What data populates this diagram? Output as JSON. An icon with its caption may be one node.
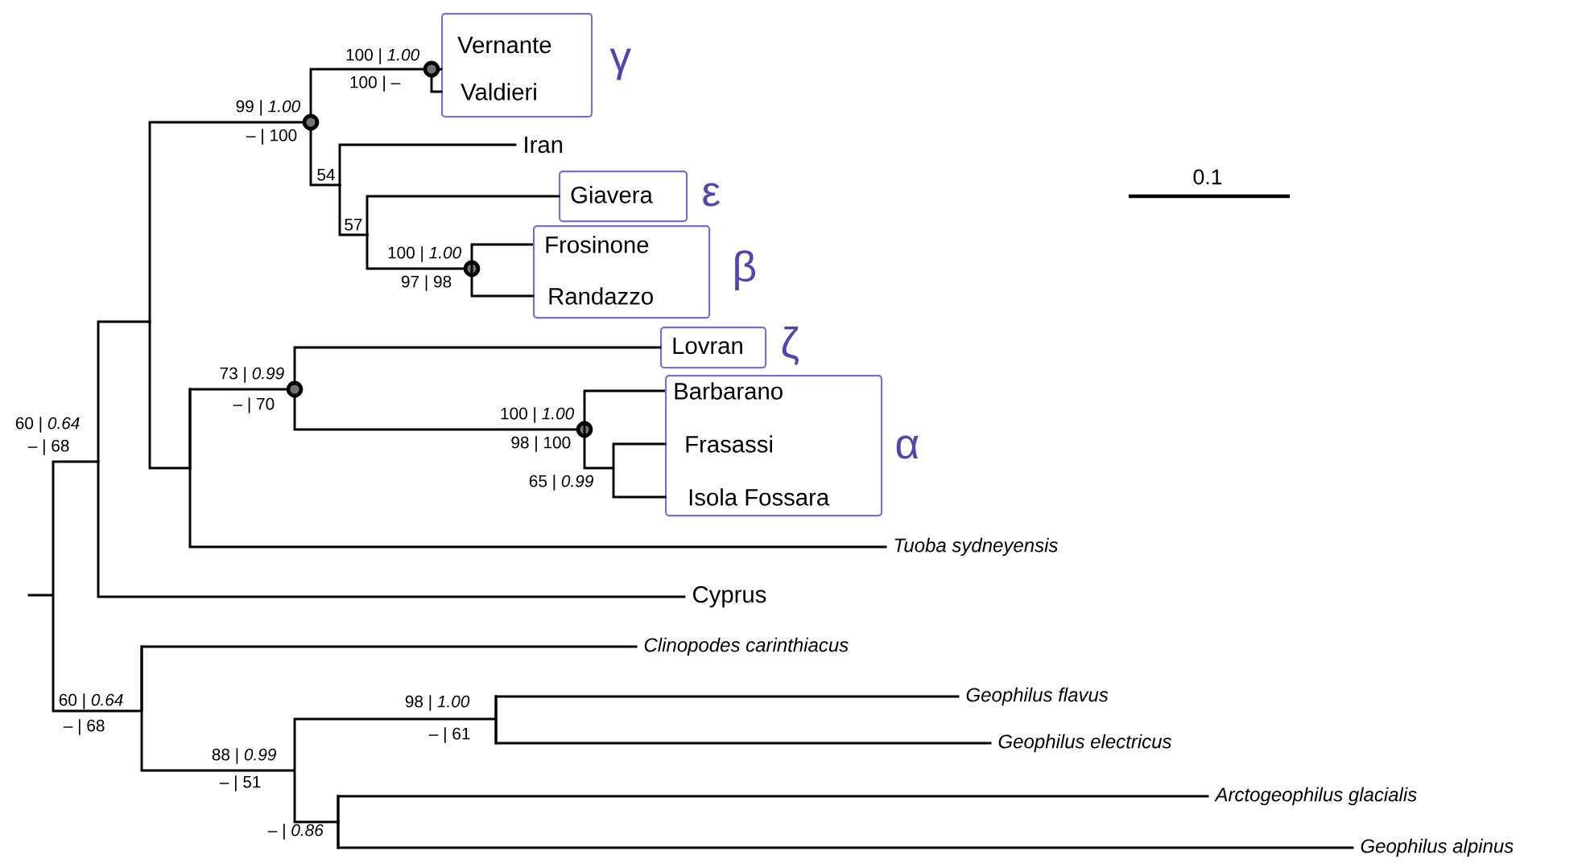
{
  "diagram": {
    "nodes": [
      {
        "text": [
          "Vernante",
          "Valdieri"
        ],
        "beside": [
          "γ"
        ]
      },
      {
        "text": [
          "Iran"
        ]
      },
      {
        "text": [
          "Giavera"
        ],
        "beside": [
          "ε"
        ]
      },
      {
        "text": [
          "Frosinone",
          "Randazzo"
        ],
        "beside": [
          "β"
        ]
      },
      {
        "text": [
          "Lovran"
        ],
        "beside": [
          "ζ"
        ]
      },
      {
        "text": [
          "Barbarano",
          "Frasassi",
          "Isola Fossara"
        ],
        "beside": [
          "α"
        ]
      },
      {
        "text": [
          "Tuoba sydneyensis"
        ]
      },
      {
        "text": [
          "Cyprus"
        ]
      },
      {
        "text": [
          "Clinopodes carinthiacus"
        ]
      },
      {
        "text": [
          "Geophilus flavus"
        ]
      },
      {
        "text": [
          "Geophilus electricus"
        ]
      },
      {
        "text": [
          "Arctogeophilus glacialis"
        ]
      },
      {
        "text": [
          "Geophilus alpinus"
        ]
      },
      {
        "text": [],
        "shape": "circle",
        "beside": [
          "100 | *1.00*",
          "100 | –"
        ]
      },
      {
        "text": [],
        "shape": "circle",
        "beside": [
          "99 | *1.00*",
          "– | 100"
        ]
      },
      {
        "text": [],
        "shape": "circle",
        "beside": [
          "100 | *1.00*",
          "97 | 98"
        ]
      },
      {
        "text": [],
        "shape": "circle",
        "beside": [
          "73 | *0.99*",
          "– | 70"
        ]
      },
      {
        "text": [],
        "shape": "circle",
        "beside": [
          "100 | *1.00*",
          "98 | 100"
        ]
      },
      {
        "text": [
          "54"
        ]
      },
      {
        "text": [
          "57"
        ]
      }
    ],
    "edges": [
      {
        "from": 14,
        "to": 13,
        "arrow": "none"
      },
      {
        "from": 13,
        "to": 0,
        "arrow": "none"
      },
      {
        "from": null,
        "to": 14,
        "arrow": "none"
      },
      {
        "from": 14,
        "to": 18,
        "arrow": "none"
      },
      {
        "from": 18,
        "to": 1,
        "arrow": "none"
      },
      {
        "from": 18,
        "to": 19,
        "arrow": "none"
      },
      {
        "from": 19,
        "to": 2,
        "arrow": "none"
      },
      {
        "from": 19,
        "to": 15,
        "arrow": "none"
      },
      {
        "from": 15,
        "to": 3,
        "arrow": "none"
      },
      {
        "from": null,
        "to": 16,
        "arrow": "none"
      },
      {
        "from": 16,
        "to": 4,
        "arrow": "none"
      },
      {
        "from": 16,
        "to": 17,
        "arrow": "none"
      },
      {
        "from": 17,
        "to": 5,
        "arrow": "none"
      },
      {
        "from": null,
        "to": 6,
        "arrow": "none"
      },
      {
        "from": null,
        "to": 7,
        "arrow": "none"
      },
      {
        "from": null,
        "to": 8,
        "arrow": "none"
      },
      {
        "from": null,
        "to": 9,
        "arrow": "none"
      },
      {
        "from": null,
        "to": 10,
        "arrow": "none"
      },
      {
        "from": null,
        "to": 11,
        "arrow": "none"
      },
      {
        "from": null,
        "to": 12,
        "arrow": "none"
      }
    ],
    "labels": [
      "0.1",
      "60 | *0.64*",
      "– | 68",
      "65 | *0.99*",
      "60 | *0.64*",
      "98 | *1.00*",
      "– | 68",
      "– | 61",
      "88 | *0.99*",
      "– | 51",
      "– | *0.86*"
    ]
  }
}
